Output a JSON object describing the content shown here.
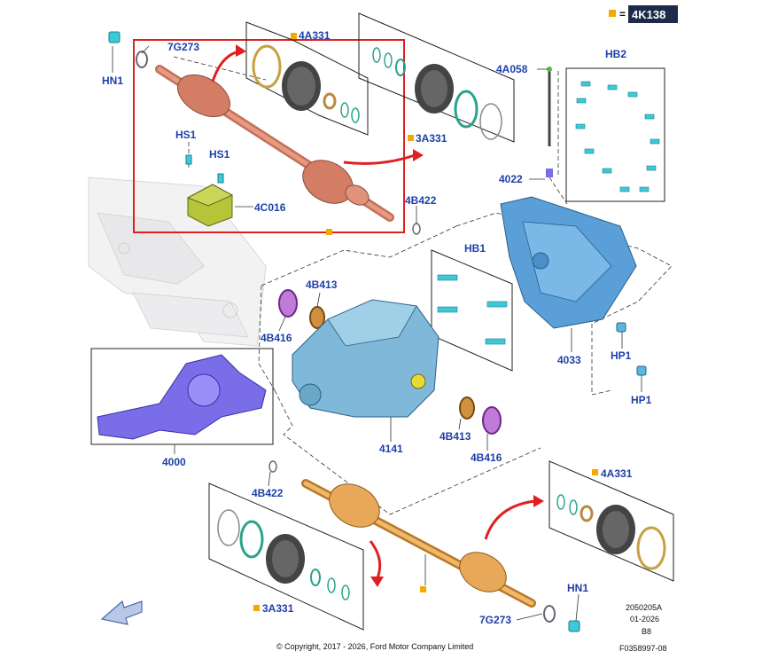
{
  "header": {
    "badge": "4K138",
    "equals": "="
  },
  "labels": {
    "hn1_top": "HN1",
    "g7273_top": "7G273",
    "a4331_top": "4A331",
    "a3331_top": "3A331",
    "a4058": "4A058",
    "hb2": "HB2",
    "hs1_a": "HS1",
    "hs1_b": "HS1",
    "c4016": "4C016",
    "b4422_top": "4B422",
    "n4022": "4022",
    "hb1": "HB1",
    "b4413_left": "4B413",
    "b4416_left": "4B416",
    "n4033": "4033",
    "hp1_a": "HP1",
    "hp1_b": "HP1",
    "n4000": "4000",
    "n4141": "4141",
    "b4413_right": "4B413",
    "b4416_right": "4B416",
    "b4422_bottom": "4B422",
    "a4331_bottom": "4A331",
    "a3331_bottom": "3A331",
    "hn1_bottom": "HN1",
    "g7273_bottom": "7G273"
  },
  "footer": {
    "copyright": "© Copyright, 2017 - 2026, Ford Motor Company Limited",
    "code": "2050205A",
    "date": "01-2026",
    "rev": "B8",
    "fig": "F0358997-08"
  },
  "colors": {
    "highlight_box": "#e02020",
    "label_blue": "#1f3fa8",
    "marker_orange": "#f5a800",
    "shaft_top": "#d9866a",
    "shaft_bottom": "#e8a85a",
    "housing_blue": "#7fb8d8",
    "cover_blue": "#5a9fd8",
    "diff_purple": "#7a6ee8",
    "arrow_red": "#e02020"
  },
  "icons": [
    "red-arrow-icon",
    "navigation-arrow-icon",
    "orange-square-marker-icon"
  ]
}
